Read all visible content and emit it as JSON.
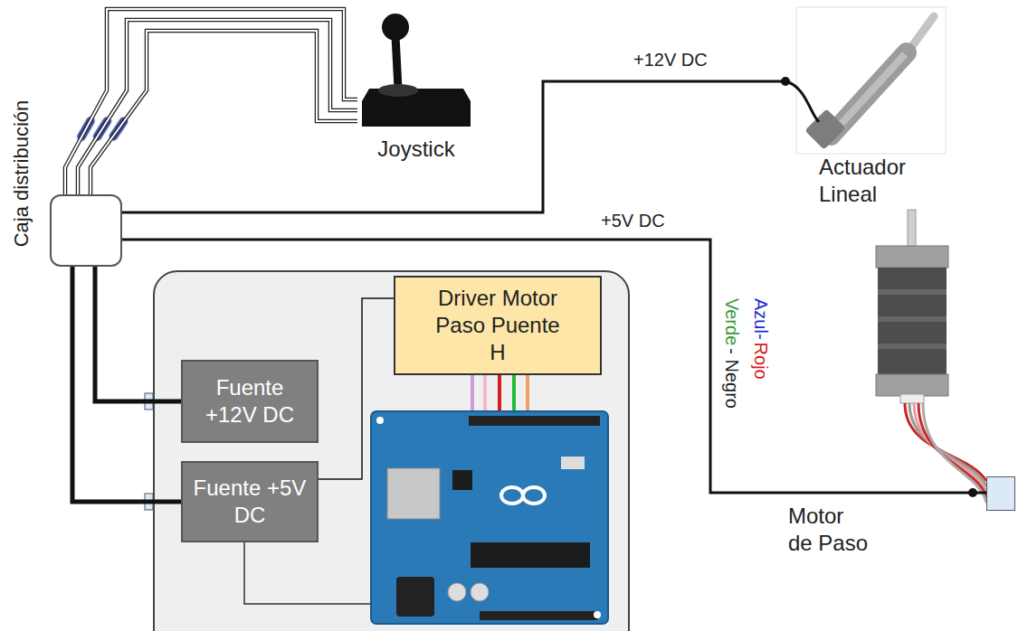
{
  "diagram": {
    "nodes": [
      {
        "text": [
          "Caja distribución"
        ]
      },
      {
        "text": [
          "Joystick"
        ]
      },
      {
        "text": [
          "Actuador Lineal"
        ]
      },
      {
        "text": [
          "Driver Motor Paso Puente H"
        ]
      },
      {
        "text": [
          "Fuente +12V DC"
        ]
      },
      {
        "text": [
          "Fuente +5V DC"
        ]
      },
      {
        "text": [
          "Motor de Paso"
        ]
      }
    ],
    "edges": [
      {
        "from": 0,
        "to": 1,
        "arrow": "none"
      },
      {
        "from": 0,
        "to": 1,
        "arrow": "none"
      },
      {
        "from": 0,
        "to": 1,
        "arrow": "none"
      },
      {
        "from": 0,
        "to": 2,
        "label": "+12V DC",
        "arrow": "none"
      },
      {
        "from": 0,
        "to": 6,
        "label": "+5V DC",
        "arrow": "none"
      },
      {
        "from": 0,
        "to": 4,
        "arrow": "none"
      },
      {
        "from": 0,
        "to": 5,
        "arrow": "none"
      },
      {
        "from": 5,
        "to": 3,
        "arrow": "none"
      }
    ],
    "labels": [
      "Azul-",
      "Rojo",
      "Verde",
      "- Negro"
    ]
  }
}
